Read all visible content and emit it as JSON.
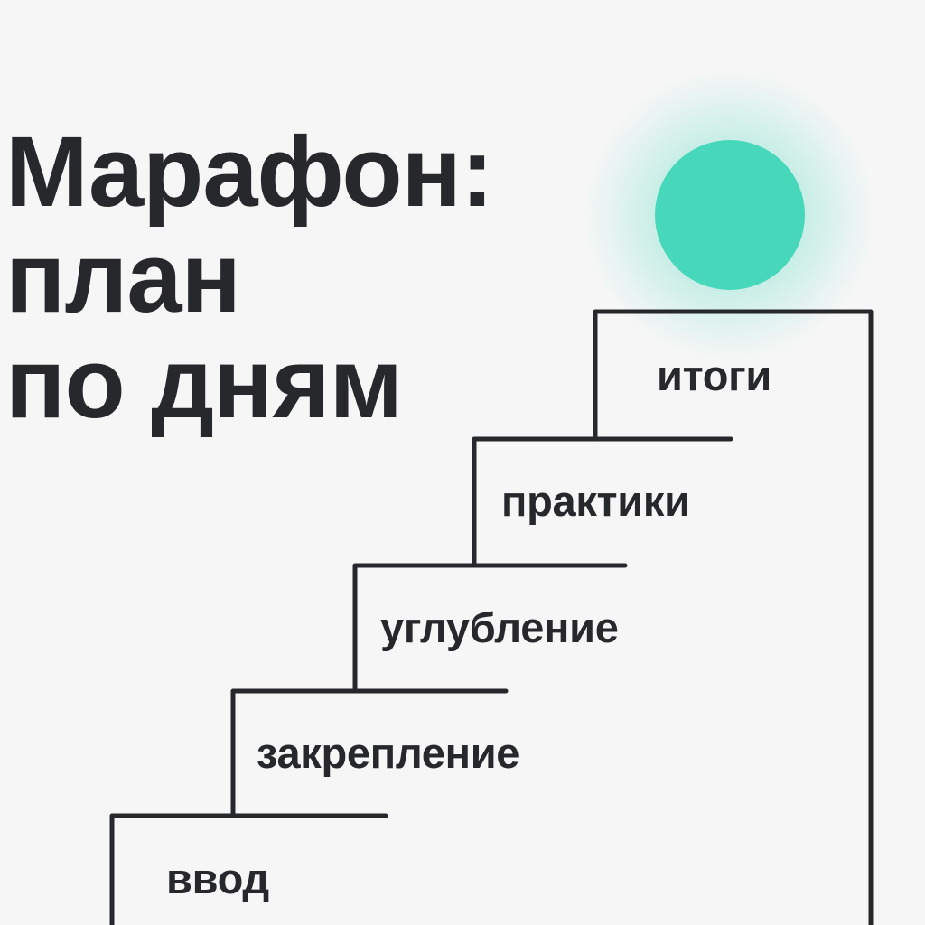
{
  "title": {
    "lines": [
      "Марафон:",
      "план",
      "по дням"
    ]
  },
  "sun": {
    "icon": "sun-circle-icon",
    "color": "#47d7bb"
  },
  "stairs": {
    "stroke_color": "#27282b",
    "steps": [
      {
        "label": "ввод"
      },
      {
        "label": "закрепление"
      },
      {
        "label": "углубление"
      },
      {
        "label": "практики"
      },
      {
        "label": "итоги"
      }
    ]
  },
  "colors": {
    "background": "#f6f6f6",
    "text": "#27282b",
    "accent": "#47d7bb"
  }
}
